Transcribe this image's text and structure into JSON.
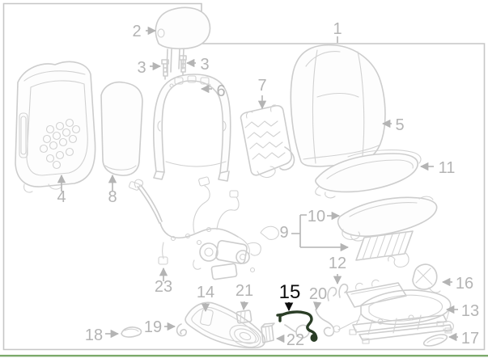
{
  "diagram": {
    "type": "exploded-parts-diagram",
    "subject": "front-seat-components",
    "highlighted_callout": "15",
    "colors": {
      "background": "#ffffff",
      "frame_border": "#c6c6c6",
      "artwork_line": "#cdcdcd",
      "callout_label": "#b4b4b4",
      "highlight_label": "#0d0d0d",
      "highlight_part": "#2a3d26",
      "bottom_accent_line": "#7caa6b"
    },
    "callouts": {
      "c1": "1",
      "c2": "2",
      "c3a": "3",
      "c3b": "3",
      "c4": "4",
      "c5": "5",
      "c6": "6",
      "c7": "7",
      "c8": "8",
      "c9": "9",
      "c10": "10",
      "c11": "11",
      "c12": "12",
      "c13": "13",
      "c14": "14",
      "c15": "15",
      "c16": "16",
      "c17": "17",
      "c18": "18",
      "c19": "19",
      "c20": "20",
      "c21": "21",
      "c22": "22",
      "c23": "23"
    }
  }
}
